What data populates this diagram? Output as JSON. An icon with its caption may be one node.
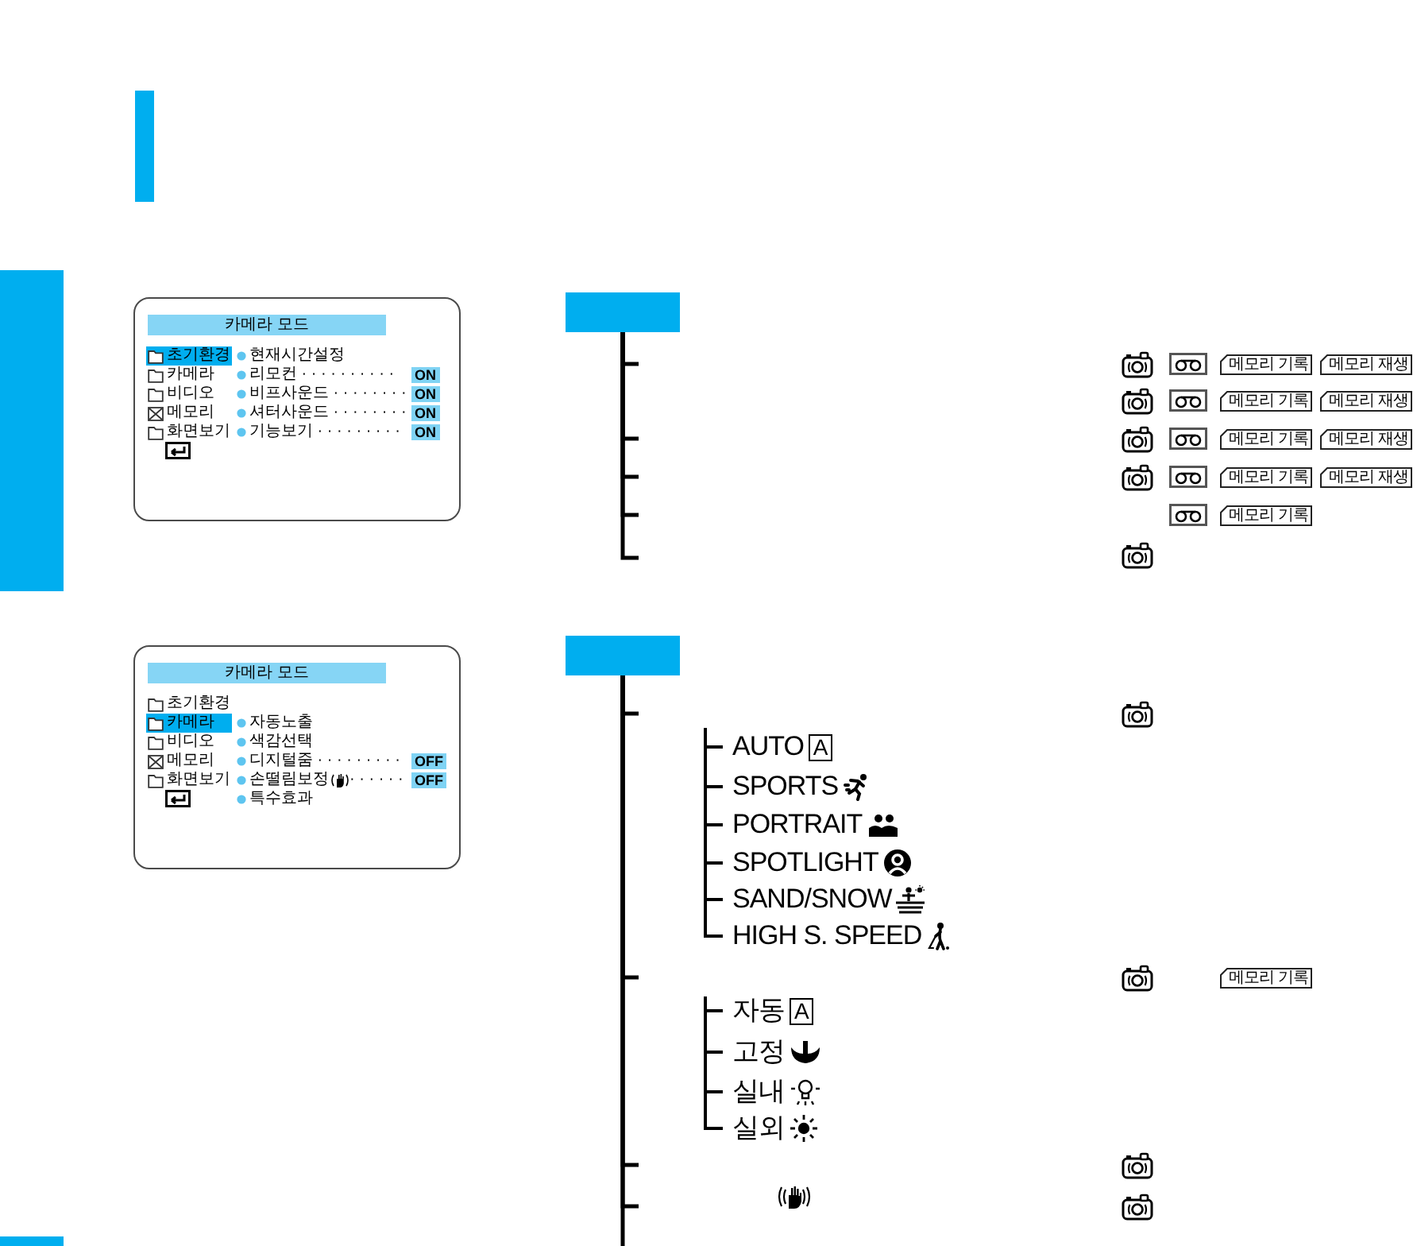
{
  "diagram": {
    "nodes": [
      {
        "text": [],
        "shape": "box"
      },
      {
        "text": [
          "현재시간설정",
          "카메라",
          "리모컨 · · · · · · · · · ·",
          "비디오",
          "비프사운드 · · · · · · · ·",
          "메모리",
          "셔터사운드 · · · · · · · ·",
          "화면보기",
          "기능보기 · · · · · · · · ·"
        ]
      },
      {
        "text": [
          "카메라 모드"
        ],
        "in": 1
      },
      {
        "text": [
          "초기환경"
        ],
        "in": 1
      },
      {
        "text": [
          "ON"
        ],
        "in": 1
      },
      {
        "text": [
          "ON"
        ],
        "in": 1
      },
      {
        "text": [
          "ON"
        ],
        "in": 1
      },
      {
        "text": [
          "ON"
        ],
        "in": 1
      },
      {
        "text": [],
        "shape": "box"
      },
      {
        "text": [
          "메모리 기록"
        ]
      },
      {
        "text": [
          "메모리 재생"
        ]
      },
      {
        "text": [
          "메모리 기록"
        ]
      },
      {
        "text": [
          "메모리 재생"
        ]
      },
      {
        "text": [
          "메모리 기록"
        ]
      },
      {
        "text": [
          "메모리 재생"
        ]
      },
      {
        "text": [
          "메모리 기록"
        ]
      },
      {
        "text": [
          "메모리 재생"
        ]
      },
      {
        "text": [
          "메모리 기록"
        ]
      },
      {
        "text": [
          "초기환경",
          "자동노출",
          "비디오",
          "색감선택",
          "메모리",
          "디지털줌 · · · · · · · · ·",
          "화면보기",
          "손떨림보정",
          "· · · · · ·",
          "특수효과"
        ]
      },
      {
        "text": [
          "카메라 모드"
        ],
        "in": 18
      },
      {
        "text": [
          "카메라"
        ],
        "in": 18
      },
      {
        "text": [
          "OFF"
        ],
        "in": 18
      },
      {
        "text": [
          "OFF"
        ],
        "in": 18
      },
      {
        "text": [],
        "shape": "box"
      },
      {
        "text": [],
        "shape": "bar"
      },
      {
        "text": [
          "AUTO"
        ]
      },
      {
        "text": [
          "A"
        ]
      },
      {
        "text": [
          "SPORTS"
        ]
      },
      {
        "text": [
          "PORTRAIT"
        ]
      },
      {
        "text": [
          "SPOTLIGHT"
        ]
      },
      {
        "text": [
          "SAND/SNOW"
        ]
      },
      {
        "text": [
          "HIGH S. SPEED"
        ]
      },
      {
        "text": [
          "메모리 기록"
        ]
      },
      {
        "text": [],
        "shape": "bar"
      },
      {
        "text": [
          "자동"
        ]
      },
      {
        "text": [
          "A"
        ]
      },
      {
        "text": [
          "고정"
        ]
      },
      {
        "text": [
          "실내"
        ]
      },
      {
        "text": [
          "실외"
        ]
      },
      {
        "text": [],
        "shape": "box"
      }
    ],
    "edges": [
      {
        "from": 8,
        "to": null,
        "arrow": "none"
      },
      {
        "from": 8,
        "to": null,
        "arrow": "none"
      },
      {
        "from": 8,
        "to": null,
        "arrow": "none"
      },
      {
        "from": 8,
        "to": null,
        "arrow": "none"
      },
      {
        "from": 8,
        "to": null,
        "arrow": "none"
      },
      {
        "from": 23,
        "to": null,
        "arrow": "none"
      },
      {
        "from": 23,
        "to": null,
        "arrow": "none"
      },
      {
        "from": 23,
        "to": null,
        "arrow": "none"
      },
      {
        "from": 23,
        "to": null,
        "arrow": "none"
      },
      {
        "from": 23,
        "to": null,
        "arrow": "none"
      },
      {
        "from": 24,
        "to": 25,
        "arrow": "none"
      },
      {
        "from": 24,
        "to": 27,
        "arrow": "none"
      },
      {
        "from": 24,
        "to": 28,
        "arrow": "none"
      },
      {
        "from": 24,
        "to": 29,
        "arrow": "none"
      },
      {
        "from": 24,
        "to": 30,
        "arrow": "none"
      },
      {
        "from": 24,
        "to": 31,
        "arrow": "none"
      },
      {
        "from": 33,
        "to": 34,
        "arrow": "none"
      },
      {
        "from": 33,
        "to": 36,
        "arrow": "none"
      },
      {
        "from": 33,
        "to": 37,
        "arrow": "none"
      },
      {
        "from": 33,
        "to": 38,
        "arrow": "none"
      }
    ]
  }
}
